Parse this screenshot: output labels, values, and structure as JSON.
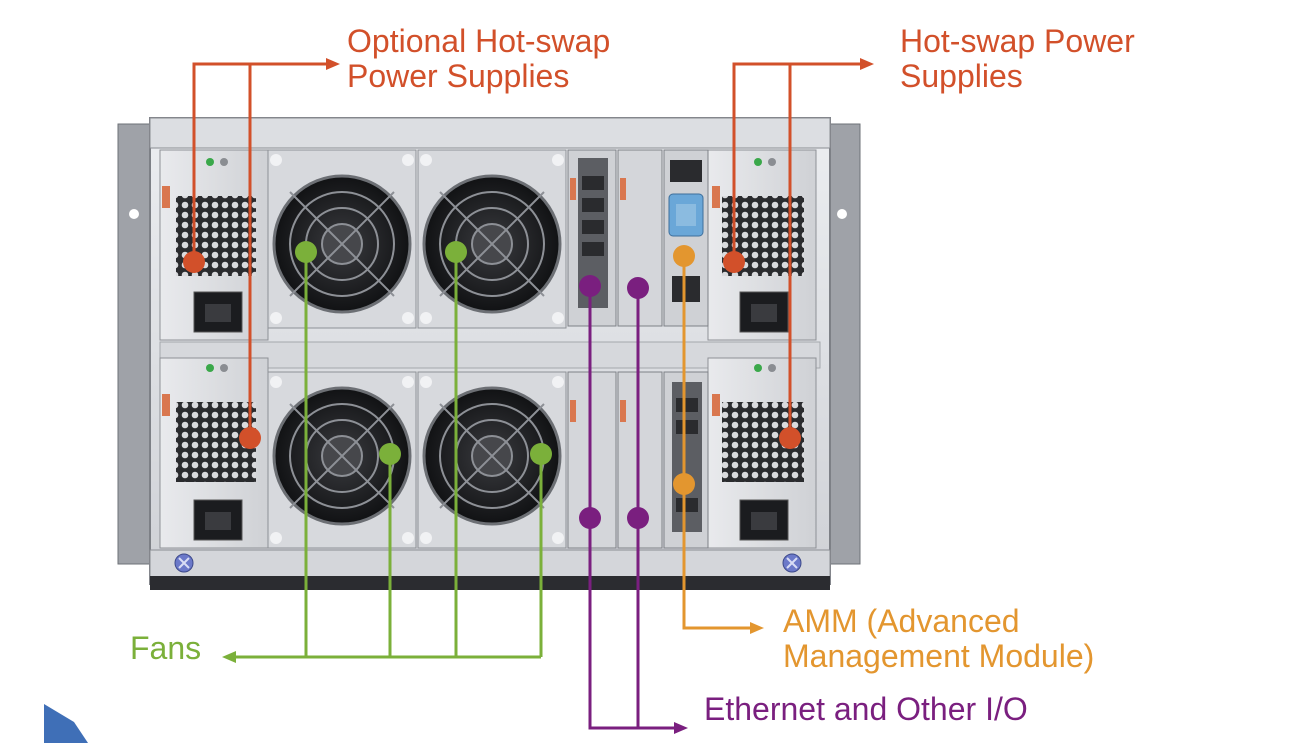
{
  "colors": {
    "power": "#d2502a",
    "fans": "#7bb03a",
    "io": "#7a1f7f",
    "amm": "#e3962f",
    "chassis_light": "#e2e3e6",
    "chassis_mid": "#c4c6cb",
    "chassis_dark": "#8c8f95"
  },
  "labels": {
    "optional_psu": {
      "line1": "Optional Hot-swap",
      "line2": "Power Supplies"
    },
    "hotswap_psu": {
      "line1": "Hot-swap Power",
      "line2": "Supplies"
    },
    "amm": {
      "line1": "AMM (Advanced",
      "line2": "Management Module)"
    },
    "fans": "Fans",
    "ethernet": "Ethernet and Other I/O"
  },
  "icons": {
    "power_inlet": "power-inlet-icon",
    "fan": "fan-grille-icon",
    "led": "status-led-icon",
    "screw": "thumbscrew-icon"
  }
}
